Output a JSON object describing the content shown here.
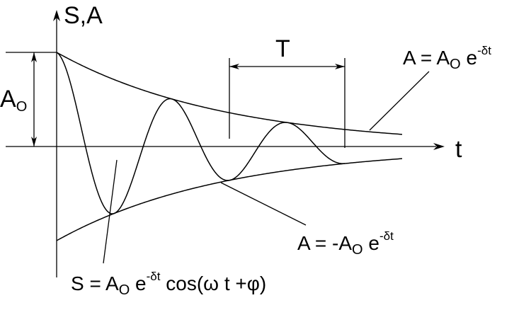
{
  "axes": {
    "y_label": "S,A",
    "x_label": "t"
  },
  "amplitude": {
    "symbol": "A",
    "subscript": "O"
  },
  "period": {
    "label": "T"
  },
  "equations": {
    "upper": {
      "lhs": "A = A",
      "sub": "O",
      "base": " e",
      "exp": "-δt"
    },
    "lower": {
      "lhs": "A = -A",
      "sub": "O",
      "base": " e",
      "exp": "-δt"
    },
    "signal": {
      "lhs": "S = A",
      "sub": "O",
      "base": " e",
      "exp": "-δt",
      "tail": "  cos(ω t +φ)"
    }
  }
}
